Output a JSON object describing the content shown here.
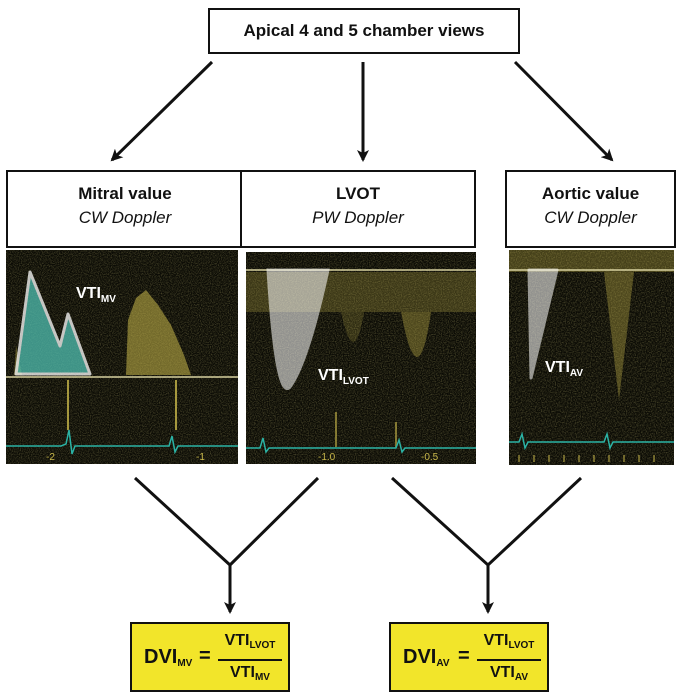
{
  "top": {
    "title": "Apical 4 and 5 chamber views"
  },
  "views": [
    {
      "title": "Mitral value",
      "subtitle": "CW Doppler",
      "vti_main": "VTI",
      "vti_sub": "MV",
      "ticks": [
        "-2",
        "-1"
      ]
    },
    {
      "title": "LVOT",
      "subtitle": "PW Doppler",
      "vti_main": "VTI",
      "vti_sub": "LVOT",
      "ticks": [
        "-1.0",
        "-0.5"
      ]
    },
    {
      "title": "Aortic value",
      "subtitle": "CW Doppler",
      "vti_main": "VTI",
      "vti_sub": "AV",
      "ticks": []
    }
  ],
  "formulas": [
    {
      "lhs_main": "DVI",
      "lhs_sub": "MV",
      "eq": "=",
      "num_main": "VTI",
      "num_sub": "LVOT",
      "den_main": "VTI",
      "den_sub": "MV"
    },
    {
      "lhs_main": "DVI",
      "lhs_sub": "AV",
      "eq": "=",
      "num_main": "VTI",
      "num_sub": "LVOT",
      "den_main": "VTI",
      "den_sub": "AV"
    }
  ],
  "colors": {
    "formula_fill": "#f2e52a",
    "doppler_bg": "#0b0b05",
    "doppler_signal": "#c9b84a",
    "mv_envelope": "#4fbfb1",
    "ecg": "#2bb3a5"
  }
}
